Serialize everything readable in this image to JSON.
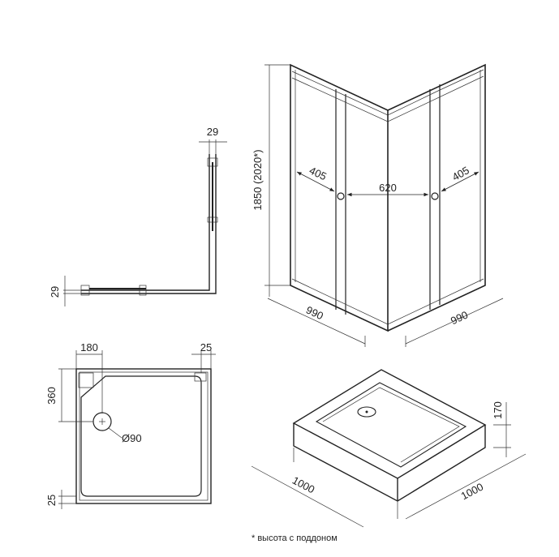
{
  "dimensions": {
    "top_view_wall": "29",
    "top_view_side": "29",
    "height": "1850 (2020*)",
    "door_left": "405",
    "door_middle": "620",
    "door_right": "405",
    "base_left": "990",
    "base_right": "990",
    "tray_drain_offset": "180",
    "tray_rim": "25",
    "tray_drain_height": "360",
    "tray_drain_diameter": "Ø90",
    "tray_bottom_rim": "25",
    "tray_height": "170",
    "tray_width_left": "1000",
    "tray_width_right": "1000"
  },
  "footnote": "* высота с поддоном"
}
